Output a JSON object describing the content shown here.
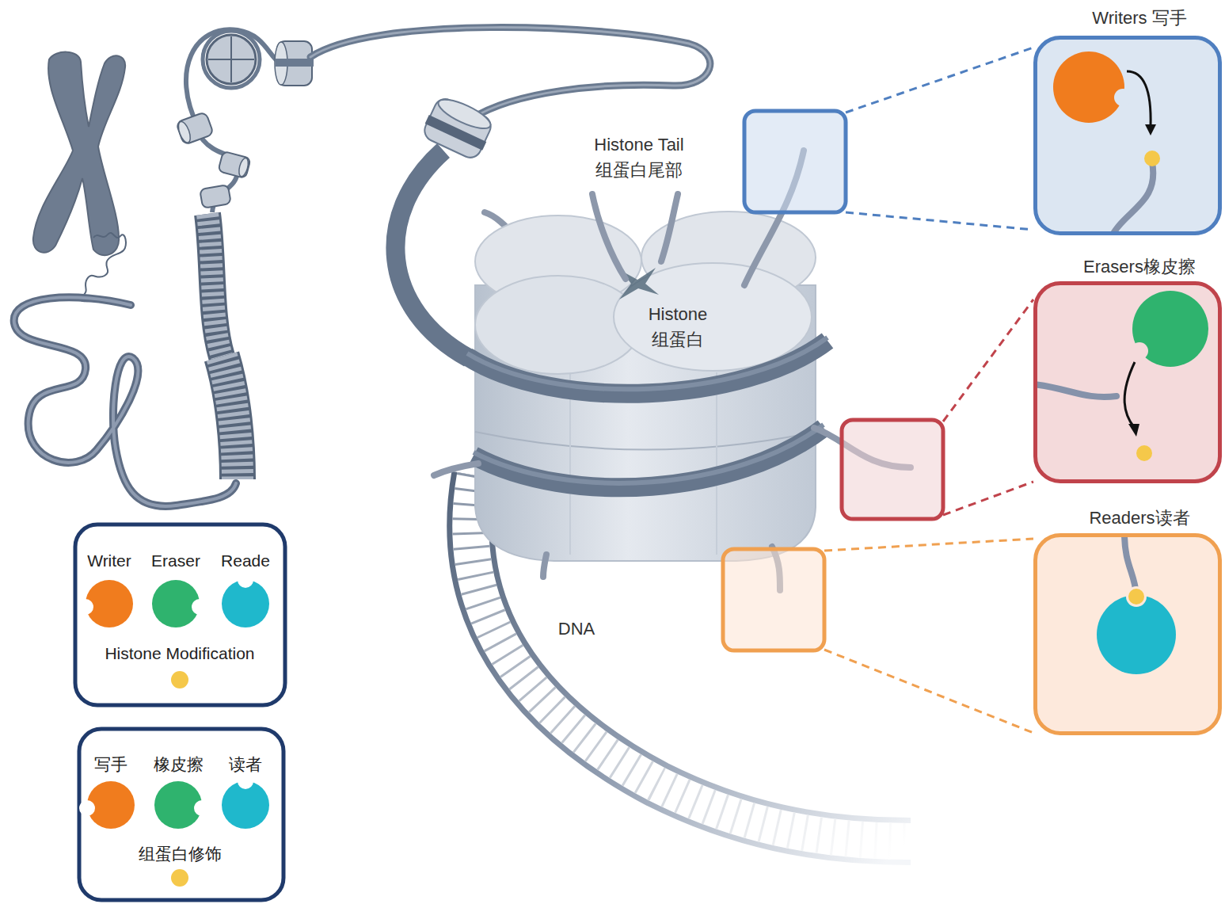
{
  "diagram": {
    "nodes": [
      {
        "text": [
          "Writers 写手"
        ]
      },
      {
        "text": [
          "Erasers橡皮擦"
        ]
      },
      {
        "text": [
          "Readers读者"
        ]
      }
    ],
    "labels": [
      "Histone Tail",
      "组蛋白尾部",
      "Histone",
      "组蛋白",
      "DNA"
    ],
    "legend": [
      {
        "text": "Writer",
        "color": "#f07c1e"
      },
      {
        "text": "Eraser",
        "color": "#2fb36e"
      },
      {
        "text": "Reade",
        "color": "#1fb8cc"
      },
      {
        "text": "Histone Modification",
        "color": "#f5c84a"
      },
      {
        "text": "写手",
        "color": "#f07c1e"
      },
      {
        "text": "橡皮擦",
        "color": "#2fb36e"
      },
      {
        "text": "读者",
        "color": "#1fb8cc"
      },
      {
        "text": "组蛋白修饰",
        "color": "#f5c84a"
      }
    ]
  }
}
